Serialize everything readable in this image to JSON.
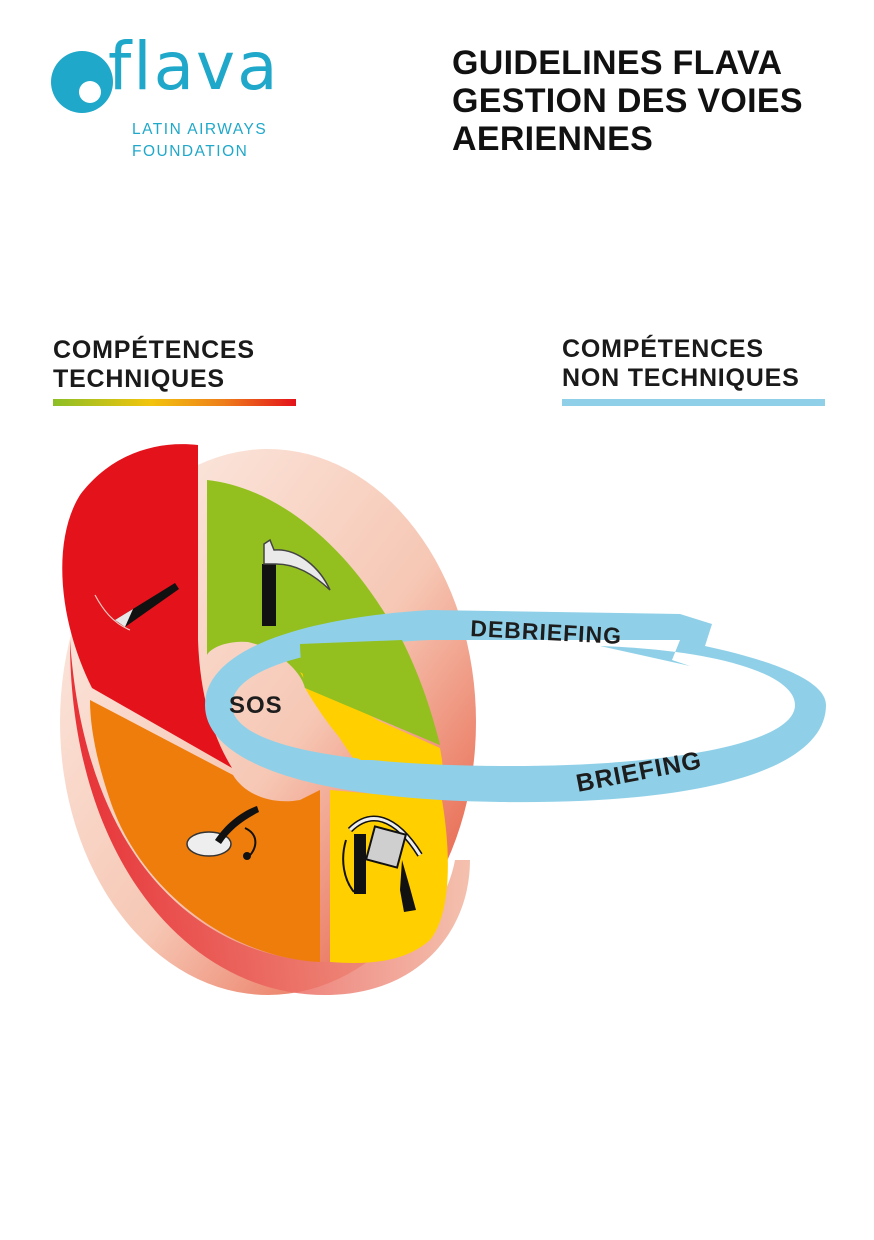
{
  "logo": {
    "wordmark": "flava",
    "line1": "LATIN AIRWAYS",
    "line2": "FOUNDATION",
    "color": "#1fa8c9"
  },
  "header": {
    "title_lines": [
      "GUIDELINES FLAVA",
      "GESTION DES VOIES",
      "AERIENNES"
    ]
  },
  "sections": {
    "technical": {
      "lines": [
        "COMPÉTENCES",
        "TECHNIQUES"
      ],
      "bar_colors": [
        "#8cbf26",
        "#f2c40d",
        "#ee7f1a",
        "#e3121b"
      ]
    },
    "non_technical": {
      "lines": [
        "COMPÉTENCES",
        "NON TECHNIQUES"
      ],
      "bar_color": "#8fd0e8"
    }
  },
  "diagram": {
    "center_label": "SOS",
    "ring_labels": {
      "top": "DEBRIEFING",
      "bottom": "BRIEFING"
    },
    "quadrants": [
      {
        "name": "red",
        "color": "#e3121b",
        "icon": "scalpel-icon"
      },
      {
        "name": "green",
        "color": "#93c01f",
        "icon": "laryngoscope-blade-icon"
      },
      {
        "name": "orange",
        "color": "#ef7d0b",
        "icon": "supraglottic-airway-icon"
      },
      {
        "name": "yellow",
        "color": "#ffcf00",
        "icon": "videolaryngoscope-icon"
      }
    ],
    "ring_color": "#8fd0e8"
  }
}
